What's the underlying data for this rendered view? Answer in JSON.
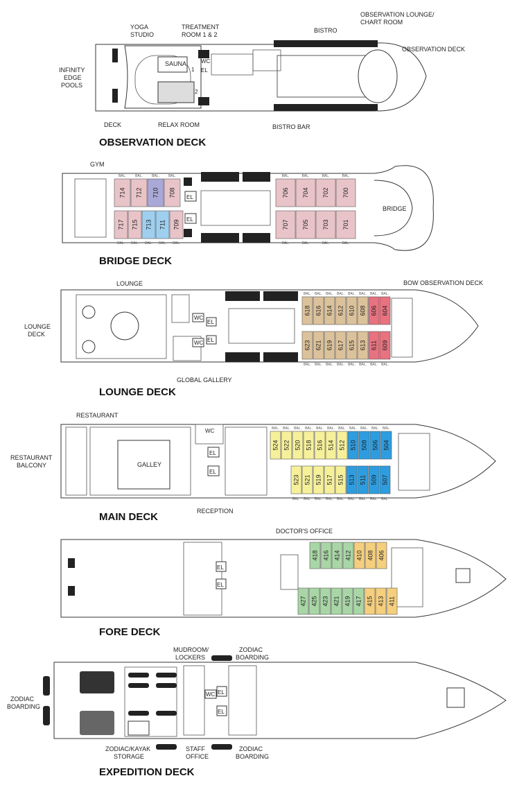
{
  "colors": {
    "pink": "#e8c4c8",
    "lavender": "#a9a8d6",
    "lightblue": "#9fcfee",
    "tan": "#dcc29b",
    "red": "#e8727f",
    "yellow": "#f6f09b",
    "blue": "#2e9de0",
    "green": "#a9d6a6",
    "orange": "#f5cf7e"
  },
  "balcony_label": "BAL.",
  "observation_deck": {
    "title": "OBSERVATION DECK",
    "labels": {
      "infinity_pools": [
        "INFINITY",
        "EDGE",
        "POOLS"
      ],
      "deck": "DECK",
      "yoga": [
        "YOGA",
        "STUDIO"
      ],
      "treatment": [
        "TREATMENT",
        "ROOM 1 & 2"
      ],
      "sauna": "SAUNA",
      "wc": "WC",
      "el": "EL",
      "room1": "1",
      "room2": "2",
      "relax": "RELAX ROOM",
      "bistro": "BISTRO",
      "bistro_bar": "BISTRO BAR",
      "obs_lounge": [
        "OBSERVATION LOUNGE/",
        "CHART ROOM"
      ],
      "obs_deck": "OBSERVATION DECK"
    }
  },
  "bridge_deck": {
    "title": "BRIDGE DECK",
    "labels": {
      "gym": "GYM",
      "bridge": "BRIDGE",
      "el": "EL"
    },
    "cabins_top": [
      {
        "num": "714",
        "color": "pink"
      },
      {
        "num": "712",
        "color": "pink"
      },
      {
        "num": "710",
        "color": "lavender"
      },
      {
        "num": "708",
        "color": "pink"
      }
    ],
    "cabins_bottom": [
      {
        "num": "717",
        "color": "pink"
      },
      {
        "num": "715",
        "color": "pink"
      },
      {
        "num": "713",
        "color": "lightblue"
      },
      {
        "num": "711",
        "color": "lightblue"
      },
      {
        "num": "709",
        "color": "pink"
      }
    ],
    "cabins_top_fwd": [
      {
        "num": "706",
        "color": "pink"
      },
      {
        "num": "704",
        "color": "pink"
      },
      {
        "num": "702",
        "color": "pink"
      },
      {
        "num": "700",
        "color": "pink"
      }
    ],
    "cabins_bottom_fwd": [
      {
        "num": "707",
        "color": "pink"
      },
      {
        "num": "705",
        "color": "pink"
      },
      {
        "num": "703",
        "color": "pink"
      },
      {
        "num": "701",
        "color": "pink"
      }
    ]
  },
  "lounge_deck": {
    "title": "LOUNGE DECK",
    "labels": {
      "lounge": "LOUNGE",
      "lounge_deck": [
        "LOUNGE",
        "DECK"
      ],
      "global_gallery": "GLOBAL GALLERY",
      "bow_obs": "BOW OBSERVATION DECK",
      "wc": "WC",
      "el": "EL"
    },
    "cabins_top": [
      {
        "num": "618",
        "color": "tan"
      },
      {
        "num": "616",
        "color": "tan"
      },
      {
        "num": "614",
        "color": "tan"
      },
      {
        "num": "612",
        "color": "tan"
      },
      {
        "num": "610",
        "color": "tan"
      },
      {
        "num": "608",
        "color": "tan"
      },
      {
        "num": "606",
        "color": "red"
      },
      {
        "num": "604",
        "color": "red"
      }
    ],
    "cabins_bottom": [
      {
        "num": "623",
        "color": "tan"
      },
      {
        "num": "621",
        "color": "tan"
      },
      {
        "num": "619",
        "color": "tan"
      },
      {
        "num": "617",
        "color": "tan"
      },
      {
        "num": "615",
        "color": "tan"
      },
      {
        "num": "613",
        "color": "tan"
      },
      {
        "num": "611",
        "color": "red"
      },
      {
        "num": "609",
        "color": "red"
      }
    ]
  },
  "main_deck": {
    "title": "MAIN DECK",
    "labels": {
      "restaurant": "RESTAURANT",
      "restaurant_balcony": [
        "RESTAURANT",
        "BALCONY"
      ],
      "galley": "GALLEY",
      "reception": "RECEPTION",
      "wc": "WC",
      "el": "EL"
    },
    "cabins_top": [
      {
        "num": "524",
        "color": "yellow"
      },
      {
        "num": "522",
        "color": "yellow"
      },
      {
        "num": "520",
        "color": "yellow"
      },
      {
        "num": "518",
        "color": "yellow"
      },
      {
        "num": "516",
        "color": "yellow"
      },
      {
        "num": "514",
        "color": "yellow"
      },
      {
        "num": "512",
        "color": "yellow"
      },
      {
        "num": "510",
        "color": "blue"
      },
      {
        "num": "508",
        "color": "blue"
      },
      {
        "num": "506",
        "color": "blue"
      },
      {
        "num": "504",
        "color": "blue"
      }
    ],
    "cabins_bottom": [
      {
        "num": "523",
        "color": "yellow"
      },
      {
        "num": "521",
        "color": "yellow"
      },
      {
        "num": "519",
        "color": "yellow"
      },
      {
        "num": "517",
        "color": "yellow"
      },
      {
        "num": "515",
        "color": "yellow"
      },
      {
        "num": "513",
        "color": "blue"
      },
      {
        "num": "511",
        "color": "blue"
      },
      {
        "num": "509",
        "color": "blue"
      },
      {
        "num": "507",
        "color": "blue"
      }
    ]
  },
  "fore_deck": {
    "title": "FORE DECK",
    "labels": {
      "doctor": "DOCTOR'S OFFICE",
      "el": "EL"
    },
    "cabins_top": [
      {
        "num": "418",
        "color": "green"
      },
      {
        "num": "416",
        "color": "green"
      },
      {
        "num": "414",
        "color": "green"
      },
      {
        "num": "412",
        "color": "green"
      },
      {
        "num": "410",
        "color": "orange"
      },
      {
        "num": "408",
        "color": "orange"
      },
      {
        "num": "406",
        "color": "orange"
      }
    ],
    "cabins_bottom": [
      {
        "num": "427",
        "color": "green"
      },
      {
        "num": "425",
        "color": "green"
      },
      {
        "num": "423",
        "color": "green"
      },
      {
        "num": "421",
        "color": "green"
      },
      {
        "num": "419",
        "color": "green"
      },
      {
        "num": "417",
        "color": "green"
      },
      {
        "num": "415",
        "color": "orange"
      },
      {
        "num": "413",
        "color": "orange"
      },
      {
        "num": "411",
        "color": "orange"
      }
    ]
  },
  "expedition_deck": {
    "title": "EXPEDITION DECK",
    "labels": {
      "mudroom": [
        "MUDROOM/",
        "LOCKERS"
      ],
      "zodiac_top": [
        "ZODIAC",
        "BOARDING"
      ],
      "zodiac_left": [
        "ZODIAC",
        "BOARDING"
      ],
      "kayak": [
        "ZODIAC/KAYAK",
        "STORAGE"
      ],
      "staff": [
        "STAFF",
        "OFFICE"
      ],
      "zodiac_bottom": [
        "ZODIAC",
        "BOARDING"
      ],
      "wc": "WC",
      "el": "EL"
    }
  }
}
